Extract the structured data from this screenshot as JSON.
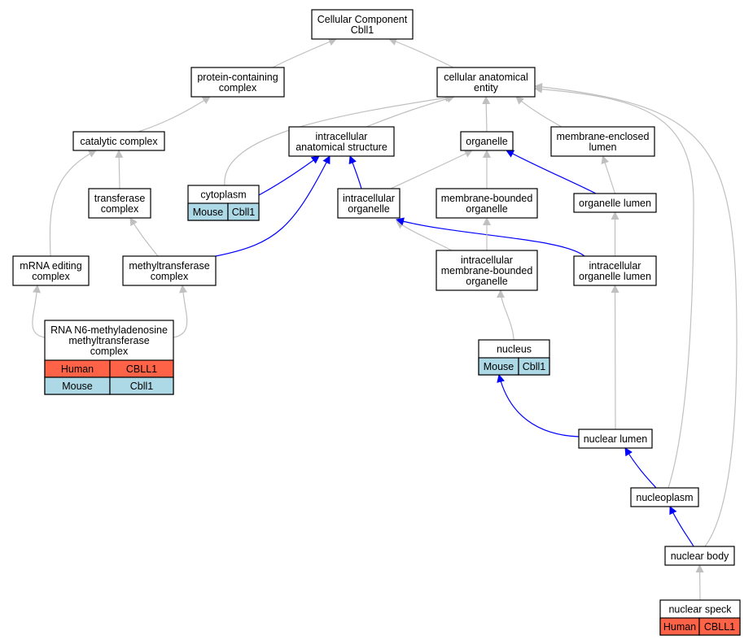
{
  "colors": {
    "default_edge": "#c0c0c0",
    "highlight_edge": "#0000ff",
    "human_cell": "#ff6347",
    "mouse_cell": "#add8e6"
  },
  "nodes": {
    "root": {
      "lines": [
        "Cellular Component",
        "Cbll1"
      ]
    },
    "protein_containing_complex": {
      "lines": [
        "protein-containing",
        "complex"
      ]
    },
    "cellular_anatomical_entity": {
      "lines": [
        "cellular anatomical",
        "entity"
      ]
    },
    "catalytic_complex": {
      "lines": [
        "catalytic complex"
      ]
    },
    "intracellular_anatomical_structure": {
      "lines": [
        "intracellular",
        "anatomical structure"
      ]
    },
    "organelle": {
      "lines": [
        "organelle"
      ]
    },
    "membrane_enclosed_lumen": {
      "lines": [
        "membrane-enclosed",
        "lumen"
      ]
    },
    "transferase_complex": {
      "lines": [
        "transferase",
        "complex"
      ]
    },
    "cytoplasm": {
      "lines": [
        "cytoplasm"
      ],
      "cells": [
        {
          "species": "Mouse",
          "gene": "Cbll1"
        }
      ]
    },
    "intracellular_organelle": {
      "lines": [
        "intracellular",
        "organelle"
      ]
    },
    "membrane_bounded_organelle": {
      "lines": [
        "membrane-bounded",
        "organelle"
      ]
    },
    "organelle_lumen": {
      "lines": [
        "organelle lumen"
      ]
    },
    "mrna_editing_complex": {
      "lines": [
        "mRNA editing",
        "complex"
      ]
    },
    "methyltransferase_complex": {
      "lines": [
        "methyltransferase",
        "complex"
      ]
    },
    "intracellular_membrane_bounded_organelle": {
      "lines": [
        "intracellular",
        "membrane-bounded",
        "organelle"
      ]
    },
    "intracellular_organelle_lumen": {
      "lines": [
        "intracellular",
        "organelle lumen"
      ]
    },
    "rna_n6_complex": {
      "lines": [
        "RNA N6-methyladenosine",
        "methyltransferase",
        "complex"
      ],
      "cells": [
        {
          "species": "Human",
          "gene": "CBLL1"
        },
        {
          "species": "Mouse",
          "gene": "Cbll1"
        }
      ]
    },
    "nucleus": {
      "lines": [
        "nucleus"
      ],
      "cells": [
        {
          "species": "Mouse",
          "gene": "Cbll1"
        }
      ]
    },
    "nuclear_lumen": {
      "lines": [
        "nuclear lumen"
      ]
    },
    "nucleoplasm": {
      "lines": [
        "nucleoplasm"
      ]
    },
    "nuclear_body": {
      "lines": [
        "nuclear body"
      ]
    },
    "nuclear_speck": {
      "lines": [
        "nuclear speck"
      ],
      "cells": [
        {
          "species": "Human",
          "gene": "CBLL1"
        }
      ]
    }
  },
  "edges": [
    {
      "from": "protein_containing_complex",
      "to": "root",
      "highlight": false
    },
    {
      "from": "cellular_anatomical_entity",
      "to": "root",
      "highlight": false
    },
    {
      "from": "catalytic_complex",
      "to": "protein_containing_complex",
      "highlight": false
    },
    {
      "from": "intracellular_anatomical_structure",
      "to": "cellular_anatomical_entity",
      "highlight": false
    },
    {
      "from": "organelle",
      "to": "cellular_anatomical_entity",
      "highlight": false
    },
    {
      "from": "membrane_enclosed_lumen",
      "to": "cellular_anatomical_entity",
      "highlight": false
    },
    {
      "from": "cytoplasm",
      "to": "cellular_anatomical_entity",
      "highlight": false
    },
    {
      "from": "transferase_complex",
      "to": "catalytic_complex",
      "highlight": false
    },
    {
      "from": "mrna_editing_complex",
      "to": "catalytic_complex",
      "highlight": false
    },
    {
      "from": "cytoplasm",
      "to": "intracellular_anatomical_structure",
      "highlight": true
    },
    {
      "from": "methyltransferase_complex",
      "to": "intracellular_anatomical_structure",
      "highlight": true
    },
    {
      "from": "intracellular_organelle",
      "to": "intracellular_anatomical_structure",
      "highlight": true
    },
    {
      "from": "intracellular_organelle",
      "to": "organelle",
      "highlight": false
    },
    {
      "from": "membrane_bounded_organelle",
      "to": "organelle",
      "highlight": false
    },
    {
      "from": "organelle_lumen",
      "to": "organelle",
      "highlight": true
    },
    {
      "from": "organelle_lumen",
      "to": "membrane_enclosed_lumen",
      "highlight": false
    },
    {
      "from": "methyltransferase_complex",
      "to": "transferase_complex",
      "highlight": false
    },
    {
      "from": "intracellular_membrane_bounded_organelle",
      "to": "intracellular_organelle",
      "highlight": false
    },
    {
      "from": "intracellular_organelle_lumen",
      "to": "intracellular_organelle",
      "highlight": true
    },
    {
      "from": "intracellular_membrane_bounded_organelle",
      "to": "membrane_bounded_organelle",
      "highlight": false
    },
    {
      "from": "intracellular_organelle_lumen",
      "to": "organelle_lumen",
      "highlight": false
    },
    {
      "from": "rna_n6_complex",
      "to": "mrna_editing_complex",
      "highlight": false
    },
    {
      "from": "rna_n6_complex",
      "to": "methyltransferase_complex",
      "highlight": false
    },
    {
      "from": "nucleus",
      "to": "intracellular_membrane_bounded_organelle",
      "highlight": false
    },
    {
      "from": "nuclear_lumen",
      "to": "intracellular_organelle_lumen",
      "highlight": false
    },
    {
      "from": "nuclear_lumen",
      "to": "nucleus",
      "highlight": true
    },
    {
      "from": "nucleoplasm",
      "to": "nuclear_lumen",
      "highlight": true
    },
    {
      "from": "nucleoplasm",
      "to": "cellular_anatomical_entity",
      "highlight": false
    },
    {
      "from": "nuclear_body",
      "to": "nucleoplasm",
      "highlight": true
    },
    {
      "from": "nuclear_body",
      "to": "cellular_anatomical_entity",
      "highlight": false
    },
    {
      "from": "nuclear_speck",
      "to": "nuclear_body",
      "highlight": false
    }
  ]
}
